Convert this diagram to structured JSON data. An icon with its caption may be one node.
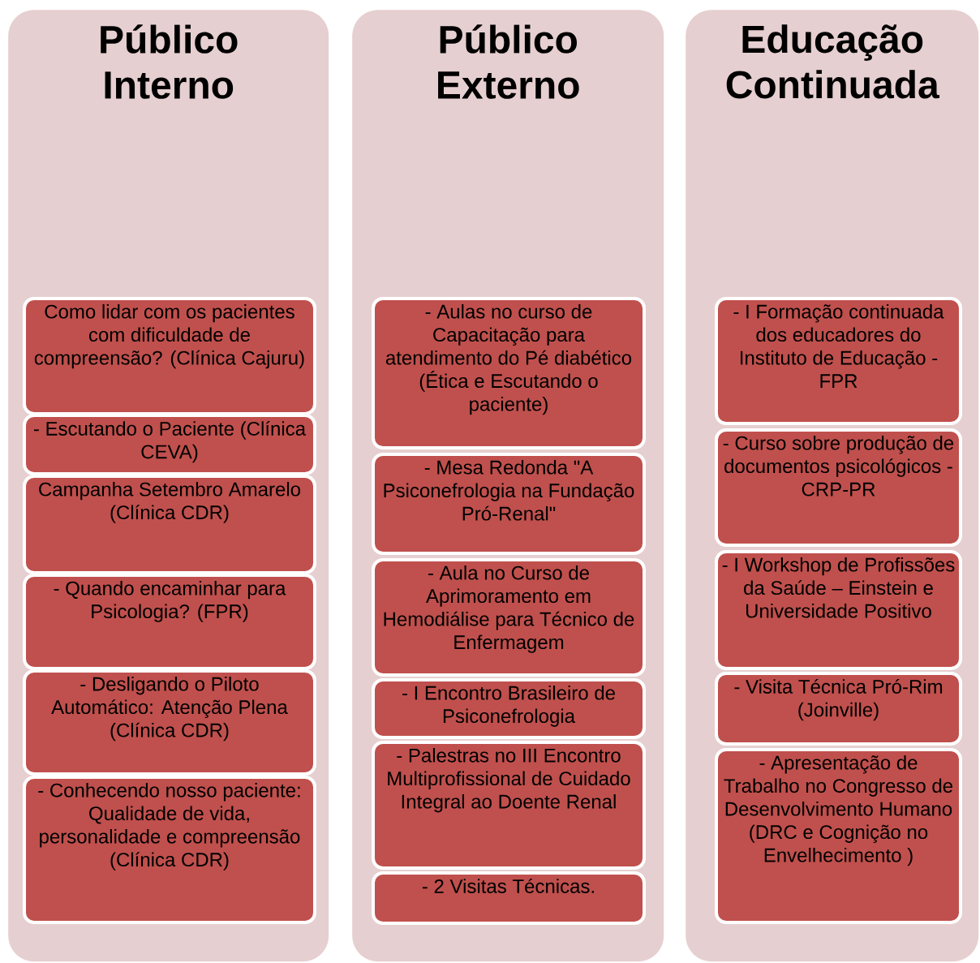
{
  "diagram": {
    "nodes": [
      {
        "text": [
          "Público Interno"
        ]
      },
      {
        "text": [
          "Como lidar com os pacientes com dificuldade de compreensão? (Clínica Cajuru)"
        ],
        "in": 0
      },
      {
        "text": [
          "- Escutando o Paciente (Clínica CEVA)"
        ],
        "in": 0
      },
      {
        "text": [
          "Campanha Setembro Amarelo (Clínica CDR)"
        ],
        "in": 0
      },
      {
        "text": [
          "- Quando encaminhar para Psicologia? (FPR)"
        ],
        "in": 0
      },
      {
        "text": [
          "- Desligando o Piloto Automático: Atenção Plena (Clínica CDR)"
        ],
        "in": 0
      },
      {
        "text": [
          "- Conhecendo nosso paciente: Qualidade de vida, personalidade e compreensão (Clínica CDR)"
        ],
        "in": 0
      },
      {
        "text": [
          "Público Externo"
        ]
      },
      {
        "text": [
          "- Aulas no curso de Capacitação para atendimento do Pé diabético (Ética e Escutando o paciente)"
        ],
        "in": 7
      },
      {
        "text": [
          "- Mesa Redonda \"A Psiconefrologia na Fundação Pró-Renal\""
        ],
        "in": 7
      },
      {
        "text": [
          "- Aula no Curso de Aprimoramento em Hemodiálise para Técnico de Enfermagem"
        ],
        "in": 7
      },
      {
        "text": [
          "- I Encontro Brasileiro de Psiconefrologia"
        ],
        "in": 7
      },
      {
        "text": [
          "- Palestras no III Encontro Multiprofissional de Cuidado Integral ao Doente Renal"
        ],
        "in": 7
      },
      {
        "text": [
          "- 2 Visitas Técnicas."
        ],
        "in": 7
      },
      {
        "text": [
          "Educação Continuada"
        ]
      },
      {
        "text": [
          "- I Formação continuada dos educadores do Instituto de Educação - FPR"
        ],
        "in": 14
      },
      {
        "text": [
          "- Curso sobre produção de documentos psicológicos - CRP-PR"
        ],
        "in": 14
      },
      {
        "text": [
          "- I Workshop de Profissões da Saúde – Einstein e Universidade Positivo"
        ],
        "in": 14
      },
      {
        "text": [
          "- Visita Técnica Pró-Rim (Joinville)"
        ],
        "in": 14
      },
      {
        "text": [
          "- Apresentação de Trabalho no Congresso de Desenvolvimento Humano (DRC e Cognição no Envelhecimento )"
        ],
        "in": 14
      }
    ]
  }
}
